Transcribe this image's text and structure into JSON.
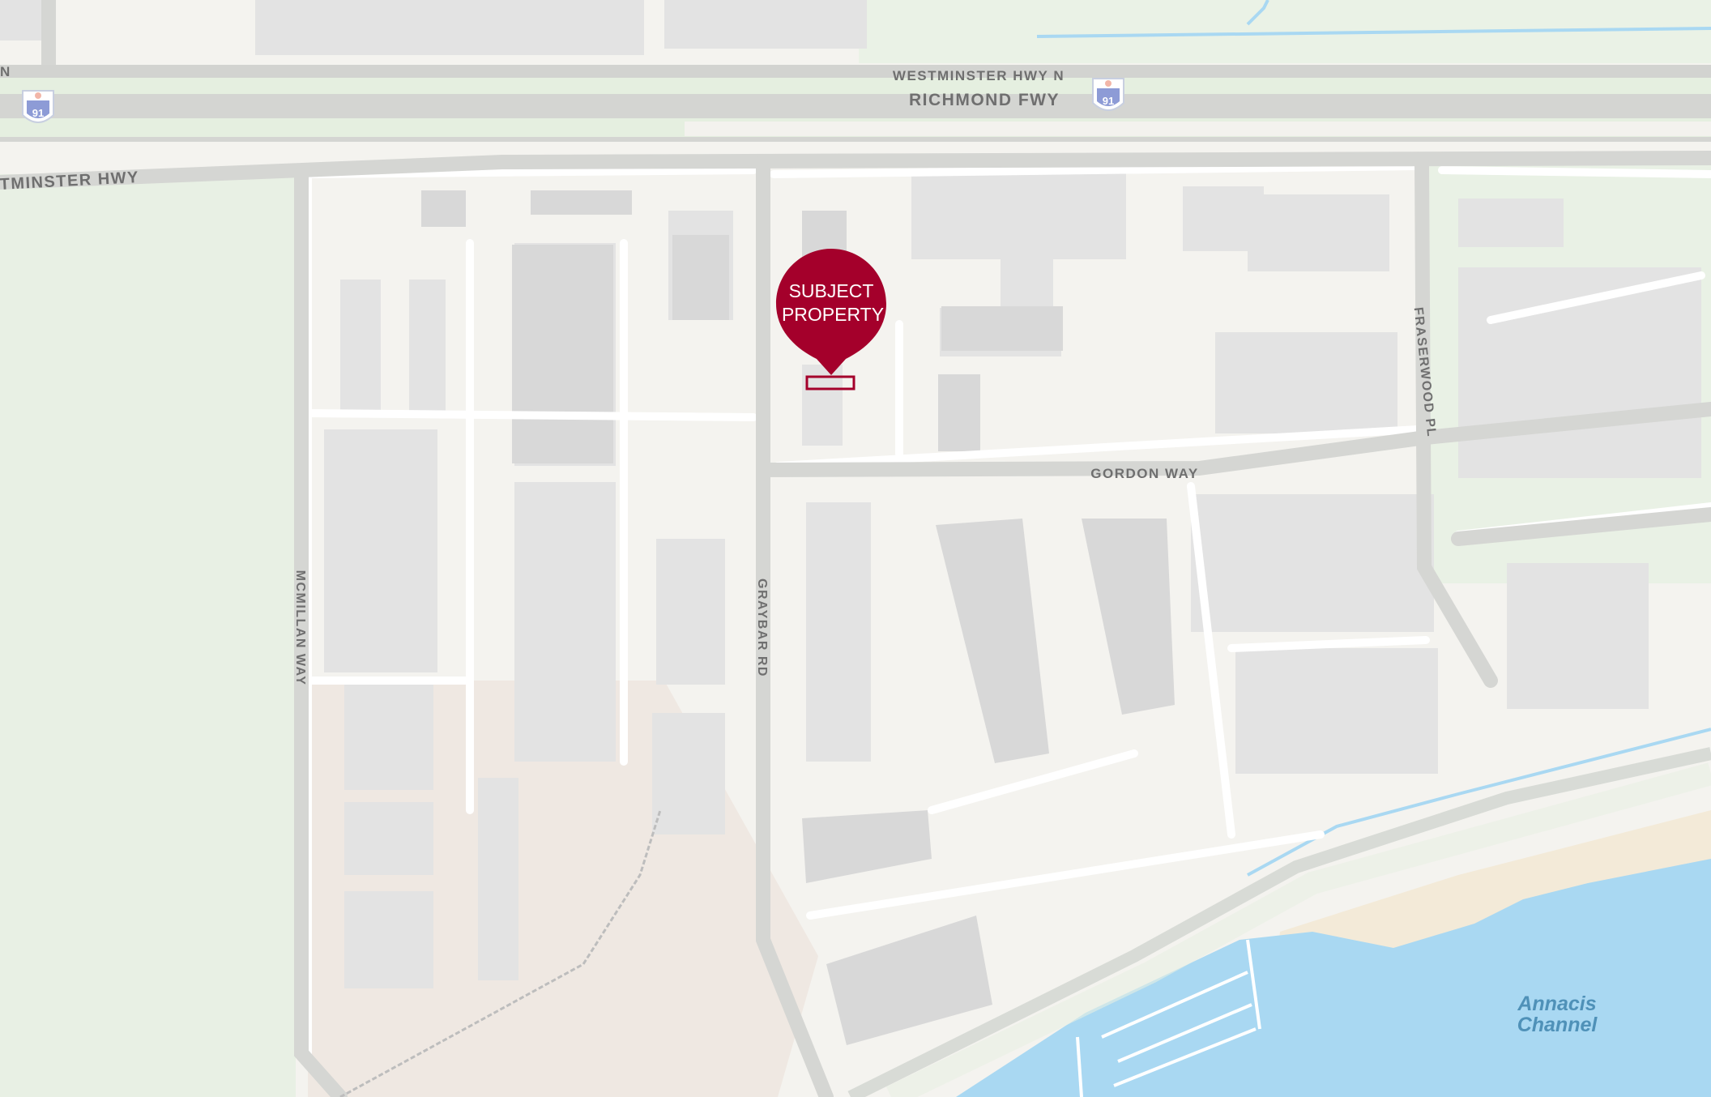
{
  "map": {
    "roads": {
      "westminster_hwy_n": "WESTMINSTER HWY N",
      "richmond_fwy": "RICHMOND FWY",
      "westminster_hwy": "TMINSTER HWY",
      "edge_n": "N",
      "gordon_way": "GORDON WAY",
      "graybar_rd": "GRAYBAR RD",
      "mcmillan_way": "MCMILLAN WAY",
      "fraserwood_pl": "FRASERWOOD PL"
    },
    "route_shields": [
      "91",
      "91"
    ],
    "water": {
      "line1": "Annacis",
      "line2": "Channel"
    },
    "marker": {
      "line1": "SUBJECT",
      "line2": "PROPERTY",
      "color": "#a4002b"
    },
    "icons": [
      "route-shield-icon",
      "map-pin-icon"
    ]
  }
}
